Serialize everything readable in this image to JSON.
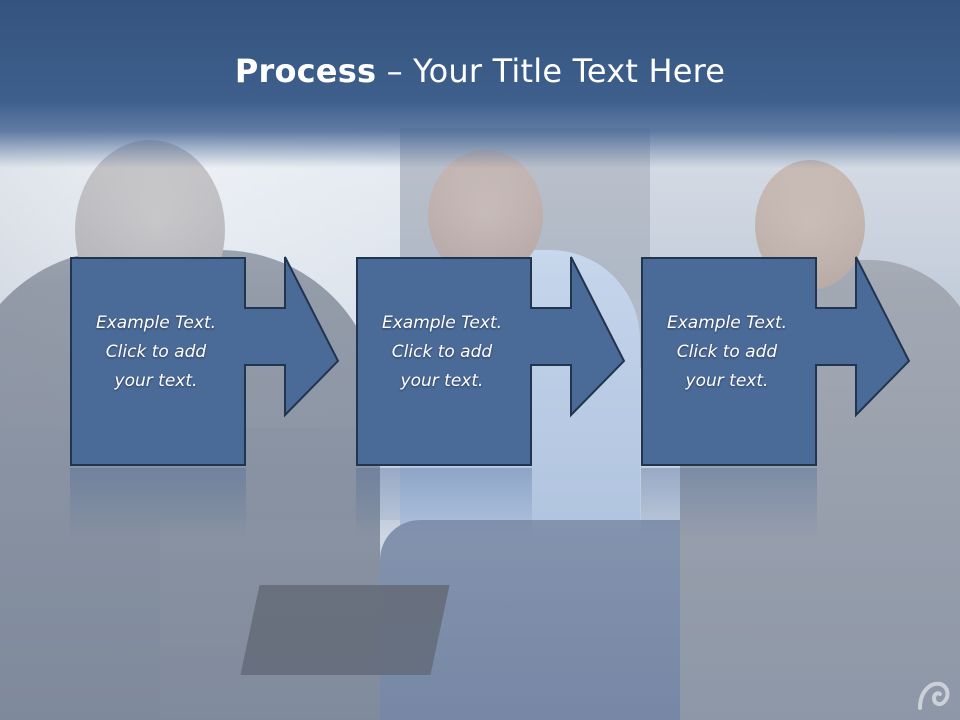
{
  "slide": {
    "title_bold": "Process",
    "title_rest": " – Your Title Text Here"
  },
  "steps": [
    {
      "line1": "Example Text.",
      "line2": "Click  to add",
      "line3": "your text."
    },
    {
      "line1": "Example Text.",
      "line2": "Click  to add",
      "line3": "your text."
    },
    {
      "line1": "Example Text.",
      "line2": "Click  to add",
      "line3": "your text."
    }
  ],
  "colors": {
    "title_bar": "#3e5f8c",
    "step_fill": "#4a6a98",
    "step_border": "#22354f",
    "text": "#ffffff"
  }
}
